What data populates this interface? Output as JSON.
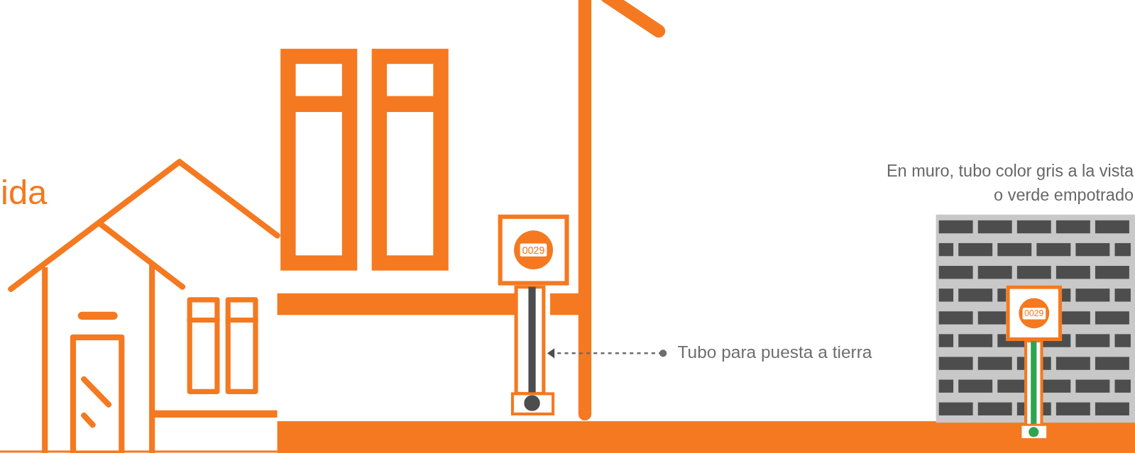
{
  "diagram": {
    "nodes": [
      {
        "text": [
          "0029"
        ]
      },
      {
        "text": [
          "En muro, tubo color gris a la vista o verde empotrado"
        ]
      },
      {
        "text": [
          "0029"
        ],
        "in": 1
      }
    ],
    "labels": [
      "ida",
      "Tubo para puesta a tierra"
    ]
  }
}
